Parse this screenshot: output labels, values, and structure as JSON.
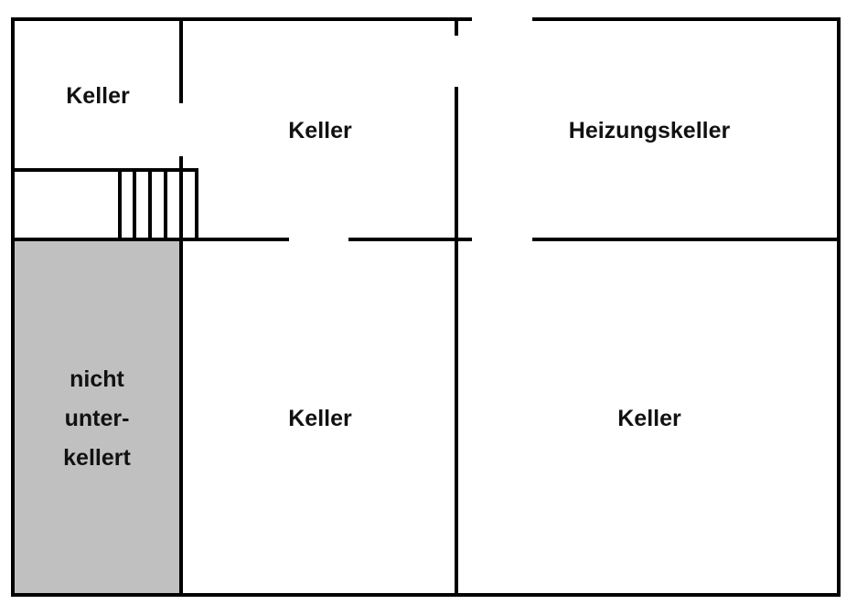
{
  "rooms": {
    "top_left": "Keller",
    "top_middle": "Keller",
    "top_right": "Heizungskeller",
    "bottom_left": [
      "nicht",
      "unter-",
      "kellert"
    ],
    "bottom_middle": "Keller",
    "bottom_right": "Keller"
  },
  "colors": {
    "unexcavated_fill": "#c0c0c0",
    "wall": "#000000"
  }
}
